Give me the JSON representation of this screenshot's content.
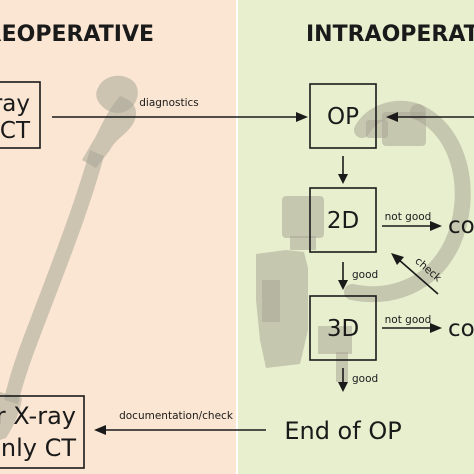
{
  "panels": {
    "pre": {
      "title": "PREOPERATIVE",
      "bg": "#fae6d2"
    },
    "intra": {
      "title": "INTRAOPERATIVE",
      "bg": "#e8efcf"
    }
  },
  "nodes": {
    "xray_top": {
      "line1": "X-ray",
      "line2": "CT"
    },
    "op": "OP",
    "d2": "2D",
    "d3": "3D",
    "corr_2d": "correction",
    "corr_3d": "correction",
    "end_op": "End of OP",
    "xray_bottom": {
      "line1": "or X-ray",
      "line2": "only CT"
    }
  },
  "edges": {
    "diagnostics": "diagnostics",
    "good_1": "good",
    "good_2": "good",
    "not_good_1": "not good",
    "not_good_2": "not good",
    "check": "check",
    "documentation": "documentation/check"
  },
  "colors": {
    "ink": "#1a1a1a",
    "silhouette": "#a7a596",
    "divider": "#ffffff"
  }
}
